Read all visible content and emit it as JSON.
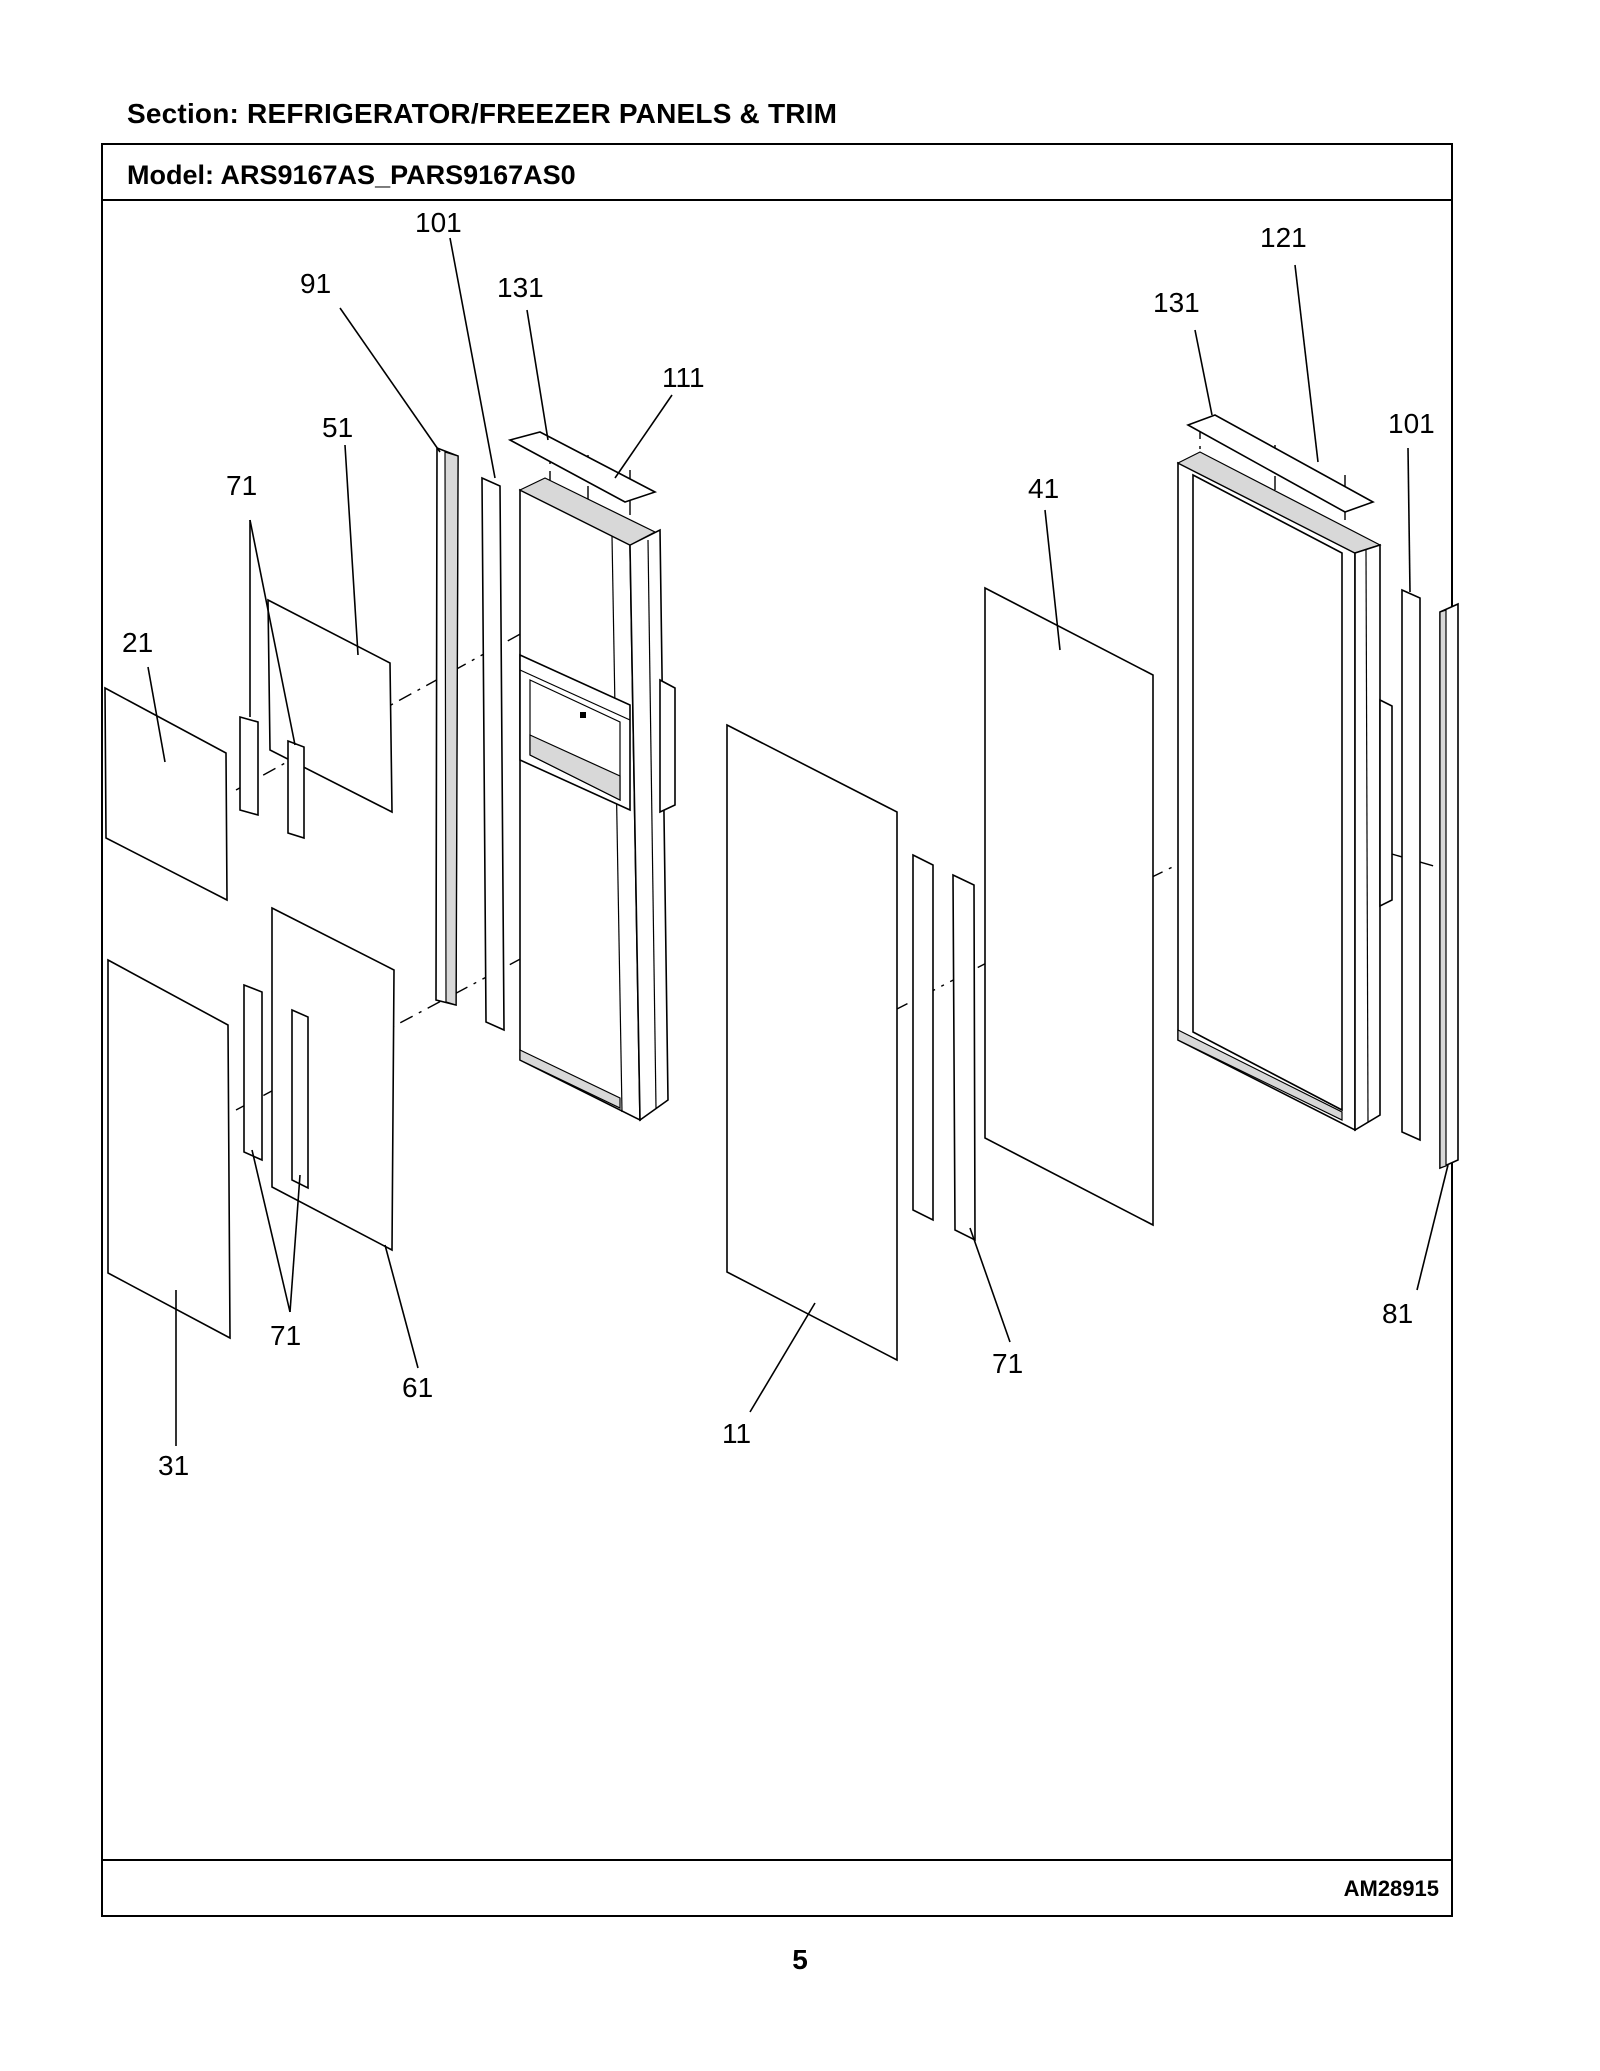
{
  "header": {
    "section": "Section:  REFRIGERATOR/FREEZER PANELS & TRIM",
    "model": "Model:  ARS9167AS_PARS9167AS0"
  },
  "footer": {
    "drawing_id": "AM28915",
    "page_number": "5"
  },
  "callouts": [
    {
      "id": "c-101-left",
      "label": "101"
    },
    {
      "id": "c-91",
      "label": "91"
    },
    {
      "id": "c-131-left",
      "label": "131"
    },
    {
      "id": "c-111",
      "label": "111"
    },
    {
      "id": "c-51",
      "label": "51"
    },
    {
      "id": "c-71-upper",
      "label": "71"
    },
    {
      "id": "c-21",
      "label": "21"
    },
    {
      "id": "c-71-lower",
      "label": "71"
    },
    {
      "id": "c-61",
      "label": "61"
    },
    {
      "id": "c-31",
      "label": "31"
    },
    {
      "id": "c-11",
      "label": "11"
    },
    {
      "id": "c-71-mid",
      "label": "71"
    },
    {
      "id": "c-41",
      "label": "41"
    },
    {
      "id": "c-121",
      "label": "121"
    },
    {
      "id": "c-131-right",
      "label": "131"
    },
    {
      "id": "c-101-right",
      "label": "101"
    },
    {
      "id": "c-81",
      "label": "81"
    }
  ]
}
